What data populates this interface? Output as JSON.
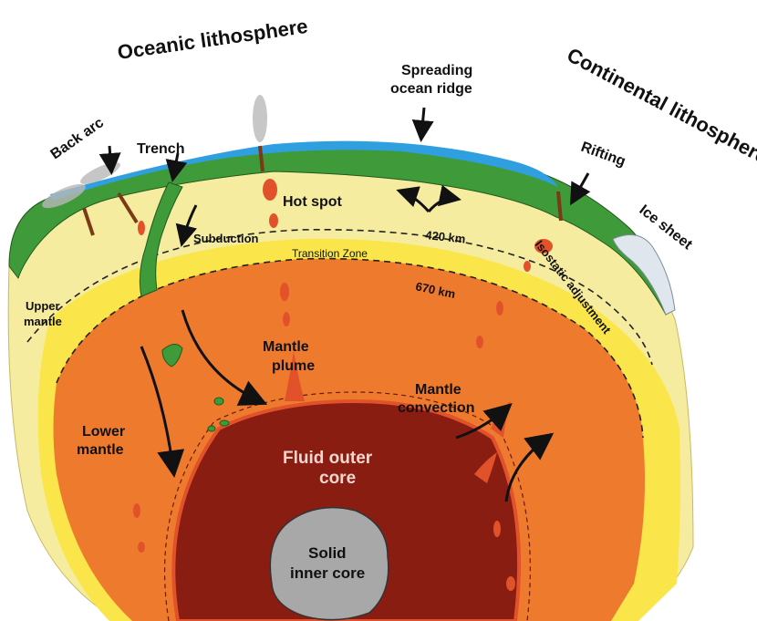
{
  "labels": {
    "oceanic_lithosphere": "Oceanic lithosphere",
    "continental_lithosphere": "Continental lithosphere",
    "spreading_ridge_line1": "Spreading",
    "spreading_ridge_line2": "ocean ridge",
    "back_arc": "Back arc",
    "trench": "Trench",
    "rifting": "Rifting",
    "ice_sheet": "Ice sheet",
    "hot_spot": "Hot spot",
    "subduction": "Subduction",
    "transition_zone": "Transition Zone",
    "depth_420": "420 km",
    "depth_670": "670 km",
    "isostatic_adjustment": "Isostatic adjustment",
    "upper_mantle_line1": "Upper",
    "upper_mantle_line2": "mantle",
    "mantle_plume_line1": "Mantle",
    "mantle_plume_line2": "plume",
    "mantle_convection_line1": "Mantle",
    "mantle_convection_line2": "convection",
    "lower_mantle_line1": "Lower",
    "lower_mantle_line2": "mantle",
    "outer_core_line1": "Fluid outer",
    "outer_core_line2": "core",
    "inner_core_line1": "Solid",
    "inner_core_line2": "inner core"
  },
  "colors": {
    "ocean": "#2f9fe0",
    "lithosphere": "#3f9a3a",
    "upper_mantle": "#f6eca0",
    "transition_zone": "#fae64a",
    "lower_mantle": "#ee7a2e",
    "outer_core": "#8a1d12",
    "inner_core": "#a8a8a8",
    "magma": "#e2522a",
    "ice": "#dfe6ee"
  }
}
